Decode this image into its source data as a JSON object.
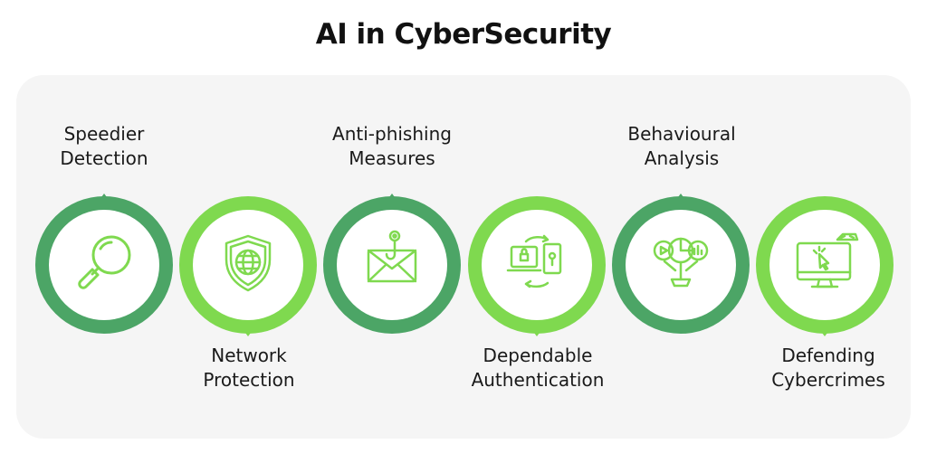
{
  "title": "AI in CyberSecurity",
  "colors": {
    "dark_green": "#4ca566",
    "light_green": "#7fd94f",
    "icon_stroke": "#7fd94f",
    "panel_bg": "#f5f5f5",
    "text": "#1a1a1a"
  },
  "steps": [
    {
      "line1": "Speedier",
      "line2": "Detection",
      "icon": "magnifier-icon",
      "ring": "dark",
      "label_pos": "top"
    },
    {
      "line1": "Network",
      "line2": "Protection",
      "icon": "shield-globe-icon",
      "ring": "light",
      "label_pos": "bottom"
    },
    {
      "line1": "Anti-phishing",
      "line2": "Measures",
      "icon": "phishing-envelope-icon",
      "ring": "dark",
      "label_pos": "top"
    },
    {
      "line1": "Dependable",
      "line2": "Authentication",
      "icon": "device-sync-icon",
      "ring": "light",
      "label_pos": "bottom"
    },
    {
      "line1": "Behavioural",
      "line2": "Analysis",
      "icon": "analysis-chart-icon",
      "ring": "dark",
      "label_pos": "top"
    },
    {
      "line1": "Defending",
      "line2": "Cybercrimes",
      "icon": "monitor-hacker-icon",
      "ring": "light",
      "label_pos": "bottom"
    }
  ]
}
